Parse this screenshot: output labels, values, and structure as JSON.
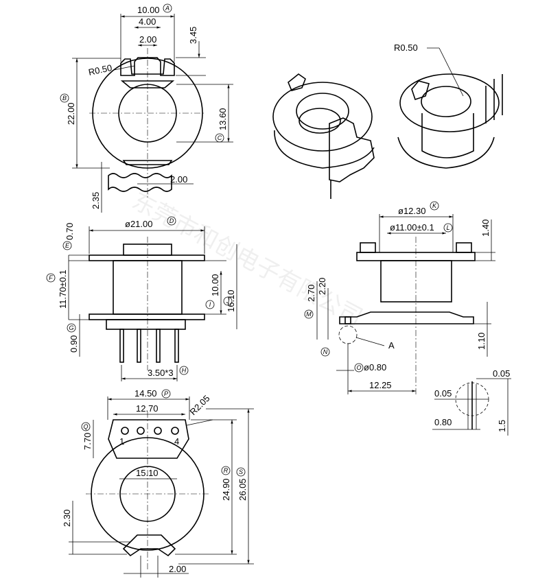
{
  "watermark": "东莞市和创电子有限公司",
  "top_view": {
    "width_label": "10.00",
    "width_ref": "A",
    "slot_label": "4.00",
    "inner_slot_label": "2.00",
    "top_offset_label": "3.45",
    "radius_label": "R0.50",
    "height_label": "22.00",
    "height_ref": "B",
    "bore_label": "13.60",
    "bore_ref": "C",
    "bottom_slot_label": "2.00",
    "bottom_offset_label": "2.35"
  },
  "iso_view": {
    "radius_label": "R0.50"
  },
  "front_view": {
    "flange_label": "ø21.00",
    "flange_ref": "D",
    "flange_thick_label": "0.70",
    "flange_thick_ref": "E",
    "total_height_label": "11.70±0.1",
    "total_height_ref": "F",
    "base_thick_label": "0.90",
    "base_thick_ref": "G",
    "pin_pitch_label": "3.50*3",
    "pin_pitch_ref": "H",
    "winding_label": "10.00",
    "winding_ref": "I",
    "body_label": "16.10",
    "body_ref": "J"
  },
  "side_view": {
    "outer_dia_label": "ø12.30",
    "outer_dia_ref": "K",
    "inner_dia_label": "ø11.00±0.1",
    "inner_dia_ref": "L",
    "top_flange_label": "1.40",
    "step_label_1": "2.70",
    "step_ref": "M",
    "step_label_2": "2.20",
    "small_ref": "N",
    "pin_dia_label": "ø0.80",
    "pin_dia_ref": "O",
    "pin_len_label": "1.10",
    "offset_label": "12.25",
    "detail_label": "A"
  },
  "detail_view": {
    "label_top_right": "0.05",
    "label_left": "0.05",
    "label_bottom_left": "0.80",
    "label_bottom_right": "1.5"
  },
  "bottom_view": {
    "width_label": "14.50",
    "width_ref": "P",
    "inner_width_label": "12.70",
    "radius_label": "R2.05",
    "pin_row_label": "7.70",
    "pin_row_ref": "Q",
    "pin1_label": "1",
    "pin4_label": "4",
    "bore_label": "15.10",
    "height_label": "24.90",
    "height_ref": "R",
    "total_label": "26.05",
    "total_ref": "S",
    "bottom_offset_label": "2.30",
    "bottom_slot_label": "2.00"
  }
}
